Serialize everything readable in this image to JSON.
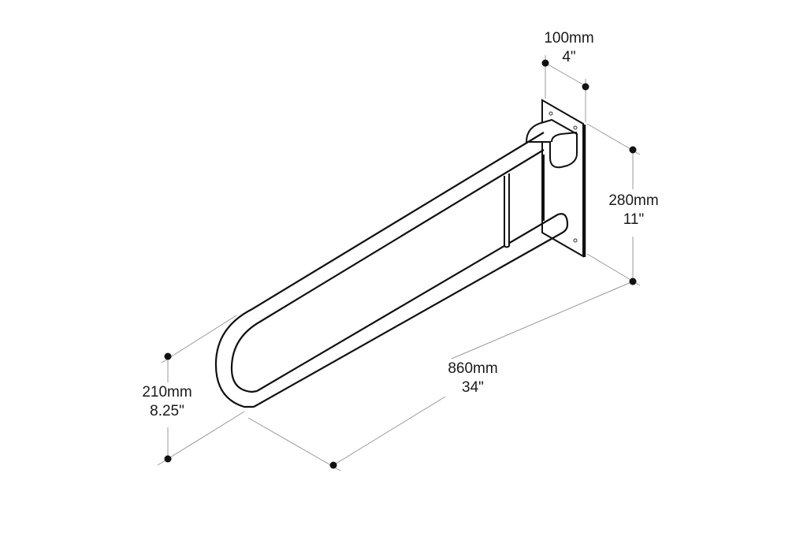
{
  "diagram": {
    "type": "dimensioned technical drawing",
    "subject": "Hinged U-shaped grab bar with wall mounting plate",
    "colors": {
      "outline": "#111111",
      "dimension_line": "#9a9a9a",
      "text": "#1a1a1a",
      "background": "#ffffff"
    },
    "dimensions": {
      "depth": {
        "mm": "100mm",
        "inch": "4\""
      },
      "height_plate": {
        "mm": "280mm",
        "inch": "11\""
      },
      "length": {
        "mm": "860mm",
        "inch": "34\""
      },
      "height_bar": {
        "mm": "210mm",
        "inch": "8.25\""
      }
    }
  }
}
